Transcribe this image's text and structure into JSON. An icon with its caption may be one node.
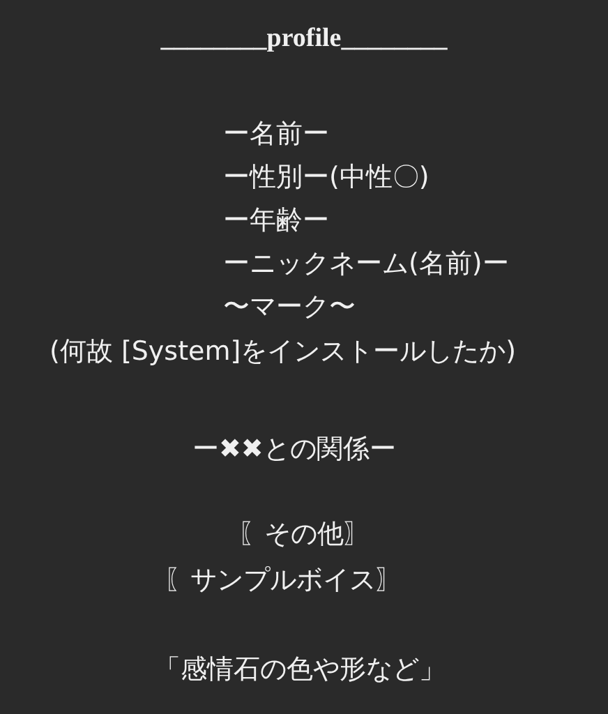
{
  "diagram": {
    "title": "________profile________",
    "labels": [
      "ー名前ー",
      "ー性別ー(中性〇)",
      "ー年齢ー",
      "ーニックネーム(名前)ー",
      "〜マーク〜",
      "(何故 [System]をインストールしたか)",
      "ー✖✖との関係ー",
      "〖その他〗",
      "〖サンプルボイス〗",
      "「感情石の色や形など」"
    ]
  }
}
